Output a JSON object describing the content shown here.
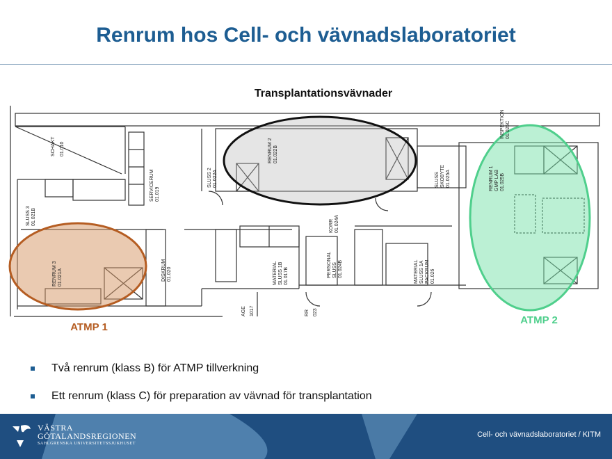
{
  "slide": {
    "title": "Renrum hos Cell- och vävnadslaboratoriet",
    "plan_heading": "Transplantationsvävnader",
    "atmp1_label": "ATMP 1",
    "atmp2_label": "ATMP 2",
    "bullets": [
      "Två renrum (klass B) för ATMP tillverkning",
      "Ett renrum (klass C) för preparation av vävnad för transplantation"
    ]
  },
  "rooms": {
    "schakt": [
      "SCHAKT",
      "01.010"
    ],
    "servicerum": [
      "SERVICERUM",
      "01.019"
    ],
    "sluss2": [
      "SLUSS 2",
      "01.022A"
    ],
    "sluss3": [
      "SLUSS 3",
      "01.021B"
    ],
    "renrum3": [
      "RENRUM 3",
      "01.021A"
    ],
    "diskrum": [
      "DISKRUM",
      "01.020"
    ],
    "renrum2": [
      "RENRUM 2",
      "01.022B"
    ],
    "material1b": [
      "MATERIAL",
      "SLUSS 1B",
      "01.017B"
    ],
    "korr": [
      "KORR",
      "01.024A"
    ],
    "personal": [
      "PERSONAL",
      "SLUSS",
      "01.024B"
    ],
    "material1a": [
      "MATERIAL",
      "SLUSS 1A",
      "PACKRUM",
      "01.026"
    ],
    "skobyte": [
      "SLUSS",
      "SKOBYTE",
      "01.025A"
    ],
    "renrum1": [
      "RENRUM 1",
      "GMP LAB",
      "01.025B"
    ],
    "inspektion": [
      "INSPEKTION",
      "01.025C"
    ],
    "age": [
      "AGE",
      "1017"
    ],
    "rr": [
      "RR",
      "023"
    ]
  },
  "footer": {
    "org_line1": "VÄSTRA",
    "org_line2": "GÖTALANDSREGIONEN",
    "org_line3": "SAHLGRENSKA UNIVERSITETSSJUKHUSET",
    "right_text": "Cell- och vävnadslaboratoriet / KITM"
  },
  "colors": {
    "title": "#1d5d92",
    "atmp1": "#b55d22",
    "atmp2": "#4fcf8c",
    "footer": "#1f4e80"
  }
}
